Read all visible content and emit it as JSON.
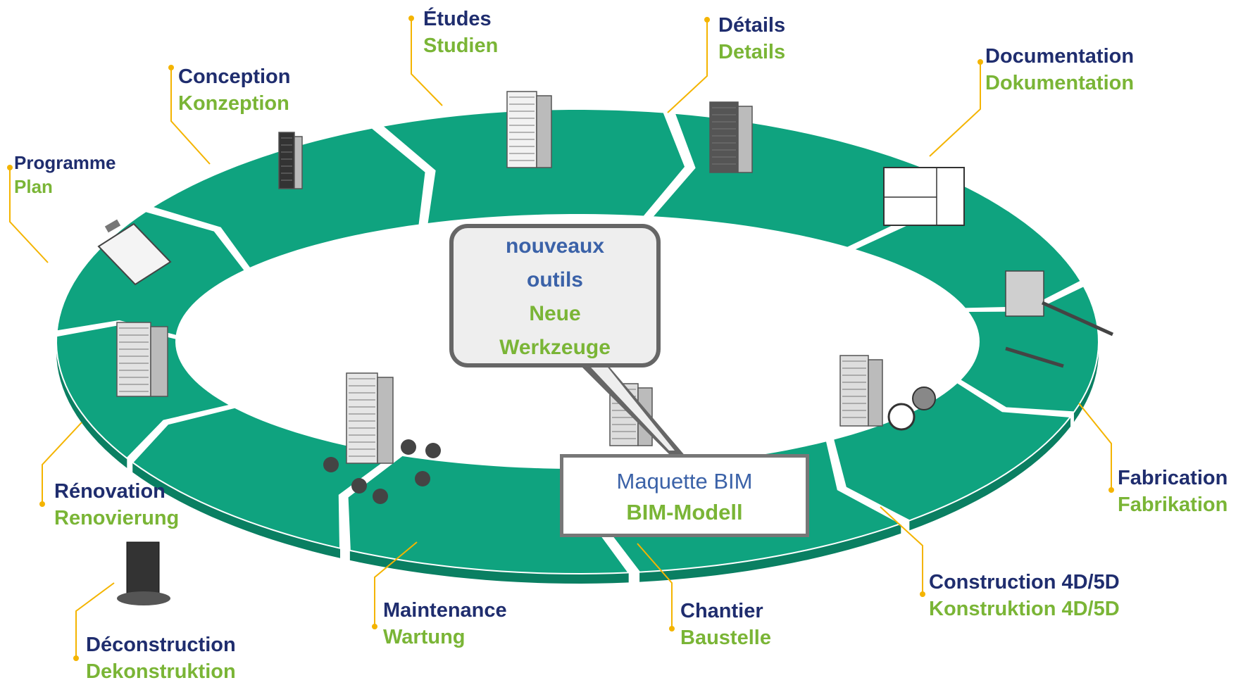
{
  "colors": {
    "ring": "#0fa37f",
    "ring_dark": "#0a7f62",
    "leader": "#f4b400",
    "french": "#1f2d6e",
    "german": "#7ab536"
  },
  "stages": [
    {
      "fr": "Études",
      "de": "Studien",
      "icon": "building-lines-icon"
    },
    {
      "fr": "Détails",
      "de": "Details",
      "icon": "tower-icon"
    },
    {
      "fr": "Documentation",
      "de": "Dokumentation",
      "icon": "floor-plan-icon"
    },
    {
      "fr": "Fabrication",
      "de": "Fabrikation",
      "icon": "factory-icon"
    },
    {
      "fr": "Construction 4D/5D",
      "de": "Konstruktion 4D/5D",
      "icon": "clock-dollar-icon"
    },
    {
      "fr": "Chantier",
      "de": "Baustelle",
      "icon": "crane-icon"
    },
    {
      "fr": "Maintenance",
      "de": "Wartung",
      "icon": "trees-building-icon"
    },
    {
      "fr": "Déconstruction",
      "de": "Dekonstruktion",
      "icon": "demolition-icon"
    },
    {
      "fr": "Rénovation",
      "de": "Renovierung",
      "icon": "renovation-crane-icon"
    },
    {
      "fr": "Programme",
      "de": "Plan",
      "icon": "clipboard-icon"
    },
    {
      "fr": "Conception",
      "de": "Konzeption",
      "icon": "massing-model-icon"
    }
  ],
  "callout": {
    "line1": "nouveaux",
    "line2": "outils",
    "line3": "Neue",
    "line4": "Werkzeuge"
  },
  "model": {
    "fr": "Maquette BIM",
    "de": "BIM-Modell"
  }
}
